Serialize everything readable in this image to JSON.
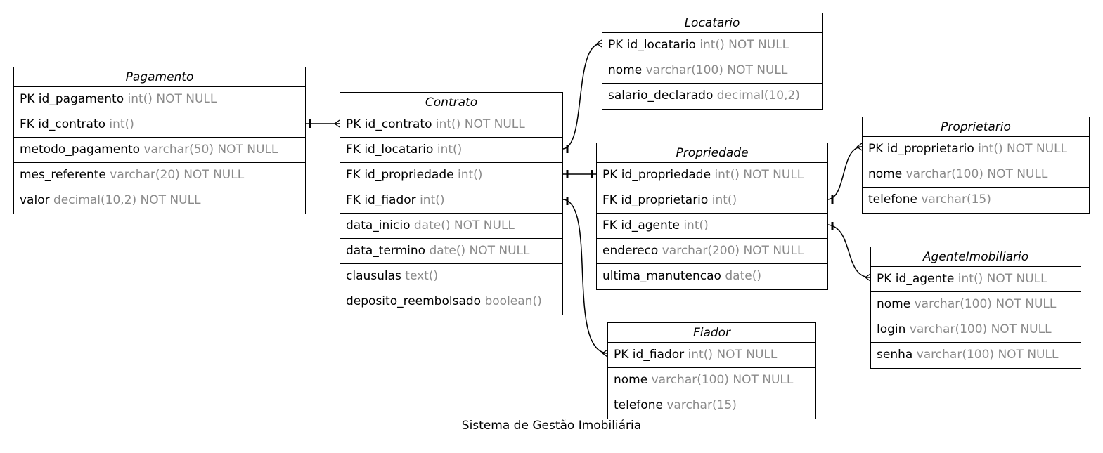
{
  "diagram": {
    "caption": "Sistema de Gestão Imobiliária",
    "tables": [
      {
        "id": "pagamento",
        "name": "Pagamento",
        "fields": [
          {
            "label": "PK id_pagamento",
            "type": "int() NOT NULL"
          },
          {
            "label": "FK id_contrato",
            "type": "int()"
          },
          {
            "label": "metodo_pagamento",
            "type": "varchar(50) NOT NULL"
          },
          {
            "label": "mes_referente",
            "type": "varchar(20) NOT NULL"
          },
          {
            "label": "valor",
            "type": "decimal(10,2) NOT NULL"
          }
        ]
      },
      {
        "id": "contrato",
        "name": "Contrato",
        "fields": [
          {
            "label": "PK id_contrato",
            "type": "int() NOT NULL"
          },
          {
            "label": "FK id_locatario",
            "type": "int()"
          },
          {
            "label": "FK id_propriedade",
            "type": "int()"
          },
          {
            "label": "FK id_fiador",
            "type": "int()"
          },
          {
            "label": "data_inicio",
            "type": "date() NOT NULL"
          },
          {
            "label": "data_termino",
            "type": "date() NOT NULL"
          },
          {
            "label": "clausulas",
            "type": "text()"
          },
          {
            "label": "deposito_reembolsado",
            "type": "boolean()"
          }
        ]
      },
      {
        "id": "locatario",
        "name": "Locatario",
        "fields": [
          {
            "label": "PK id_locatario",
            "type": "int() NOT NULL"
          },
          {
            "label": "nome",
            "type": "varchar(100) NOT NULL"
          },
          {
            "label": "salario_declarado",
            "type": "decimal(10,2)"
          }
        ]
      },
      {
        "id": "propriedade",
        "name": "Propriedade",
        "fields": [
          {
            "label": "PK id_propriedade",
            "type": "int() NOT NULL"
          },
          {
            "label": "FK id_proprietario",
            "type": "int()"
          },
          {
            "label": "FK id_agente",
            "type": "int()"
          },
          {
            "label": "endereco",
            "type": "varchar(200) NOT NULL"
          },
          {
            "label": "ultima_manutencao",
            "type": "date()"
          }
        ]
      },
      {
        "id": "fiador",
        "name": "Fiador",
        "fields": [
          {
            "label": "PK id_fiador",
            "type": "int() NOT NULL"
          },
          {
            "label": "nome",
            "type": "varchar(100) NOT NULL"
          },
          {
            "label": "telefone",
            "type": "varchar(15)"
          }
        ]
      },
      {
        "id": "proprietario",
        "name": "Proprietario",
        "fields": [
          {
            "label": "PK id_proprietario",
            "type": "int() NOT NULL"
          },
          {
            "label": "nome",
            "type": "varchar(100) NOT NULL"
          },
          {
            "label": "telefone",
            "type": "varchar(15)"
          }
        ]
      },
      {
        "id": "agente",
        "name": "AgenteImobiliario",
        "fields": [
          {
            "label": "PK id_agente",
            "type": "int() NOT NULL"
          },
          {
            "label": "nome",
            "type": "varchar(100) NOT NULL"
          },
          {
            "label": "login",
            "type": "varchar(100) NOT NULL"
          },
          {
            "label": "senha",
            "type": "varchar(100) NOT NULL"
          }
        ]
      }
    ],
    "relations": [
      {
        "from": "pagamento.id_contrato",
        "to": "contrato.id_contrato",
        "from_end": "one",
        "to_end": "many"
      },
      {
        "from": "contrato.id_locatario",
        "to": "locatario.id_locatario",
        "from_end": "one",
        "to_end": "many"
      },
      {
        "from": "contrato.id_propriedade",
        "to": "propriedade.id_propriedade",
        "from_end": "one",
        "to_end": "one"
      },
      {
        "from": "contrato.id_fiador",
        "to": "fiador.id_fiador",
        "from_end": "one",
        "to_end": "many"
      },
      {
        "from": "propriedade.id_proprietario",
        "to": "proprietario.id_proprietario",
        "from_end": "one",
        "to_end": "many"
      },
      {
        "from": "propriedade.id_agente",
        "to": "agente.id_agente",
        "from_end": "one",
        "to_end": "many"
      }
    ]
  }
}
